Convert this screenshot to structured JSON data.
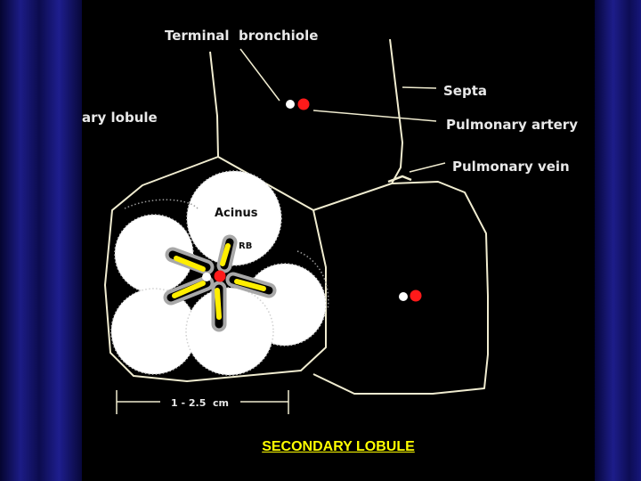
{
  "labels": {
    "terminal_bronchiole": "Terminal  bronchiole",
    "septa": "Septa",
    "secondary_lobule_partial": "ary lobule",
    "pulmonary_artery": "Pulmonary artery",
    "pulmonary_vein": "Pulmonary vein",
    "acinus": "Acinus",
    "rb": "RB",
    "scale": "1 - 2.5  cm"
  },
  "caption": "SECONDARY LOBULE",
  "colors": {
    "background": "#000000",
    "curtain": "#1c1c86",
    "lines": "#f0ecd0",
    "artery": "#ff1a1a",
    "bronchiole": "#ffffff",
    "bronchus_yellow": "#ffee00",
    "bronchus_gray": "#a8a8a8",
    "caption": "#ffff00"
  }
}
